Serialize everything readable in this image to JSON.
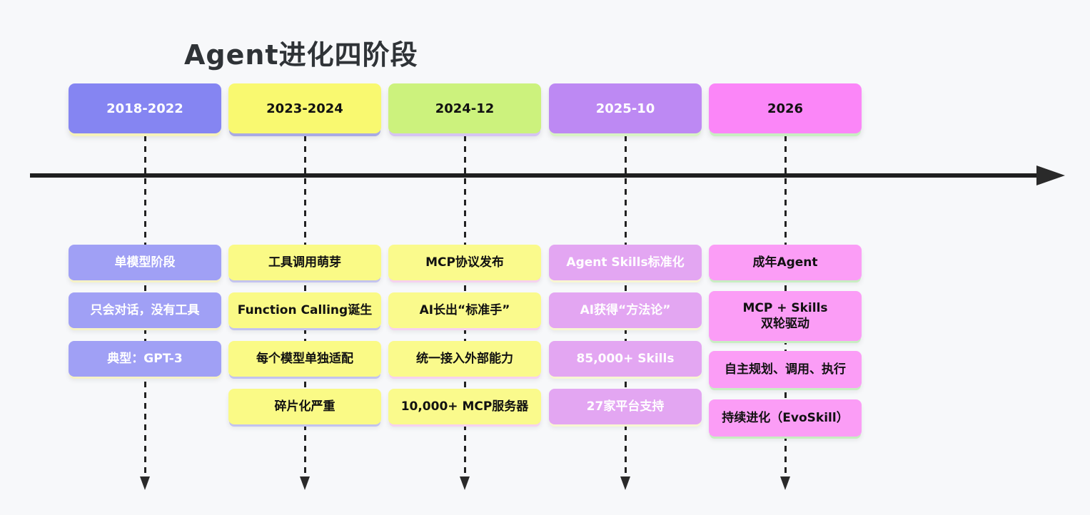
{
  "title": "Agent进化四阶段",
  "background": "#f7f8fa",
  "timeline": {
    "axis_color": "#1f1f1f",
    "connector_style": "dashed"
  },
  "columns": [
    {
      "period": "2018-2022",
      "colors": {
        "header": "#8585f2",
        "header_text": "#ffffff",
        "header_shadow": "#f6f2ba",
        "box": "#a0a0f5",
        "box_text": "#ffffff",
        "box_shadow": "#f6f2c6"
      },
      "items": [
        "单模型阶段",
        "只会对话，没有工具",
        "典型：GPT-3"
      ]
    },
    {
      "period": "2023-2024",
      "colors": {
        "header": "#f9f970",
        "header_text": "#111111",
        "header_shadow": "#a9aae4",
        "box": "#fafa86",
        "box_text": "#111111",
        "box_shadow": "#c3c3ef"
      },
      "items": [
        "工具调用萌芽",
        "Function Calling诞生",
        "每个模型单独适配",
        "碎片化严重"
      ]
    },
    {
      "period": "2024-12",
      "colors": {
        "header": "#ccf27d",
        "header_text": "#111111",
        "header_shadow": "#d6c4f2",
        "box": "#fafa8c",
        "box_text": "#111111",
        "box_shadow": "#f6d2ef"
      },
      "items": [
        "MCP协议发布",
        "AI长出“标准手”",
        "统一接入外部能力",
        "10,000+ MCP服务器"
      ]
    },
    {
      "period": "2025-10",
      "colors": {
        "header": "#bd89f3",
        "header_text": "#ffffff",
        "header_shadow": "#d9f3c4",
        "box": "#e3a6f2",
        "box_text": "#ffffff",
        "box_shadow": "#f8f6d2"
      },
      "items": [
        "Agent Skills标准化",
        "AI获得“方法论”",
        "85,000+ Skills",
        "27家平台支持"
      ]
    },
    {
      "period": "2026",
      "colors": {
        "header": "#fb86f8",
        "header_text": "#111111",
        "header_shadow": "#c8eec2",
        "box": "#fb9df6",
        "box_text": "#111111",
        "box_shadow": "#c8eec2"
      },
      "items": [
        "成年Agent",
        "MCP + Skills\n双轮驱动",
        "自主规划、调用、执行",
        "持续进化（EvoSkill）"
      ]
    }
  ]
}
